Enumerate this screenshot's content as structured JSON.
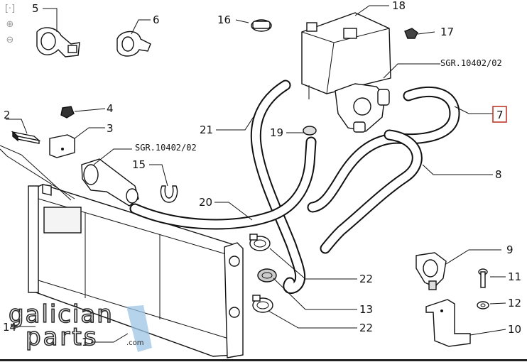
{
  "toolbar": {
    "fit_icon": "[·]",
    "zoom_in_icon": "⊕",
    "zoom_out_icon": "⊖"
  },
  "callouts": {
    "p1": "1",
    "p2": "2",
    "p3": "3",
    "p4": "4",
    "p5": "5",
    "p6": "6",
    "p7": "7",
    "p8": "8",
    "p9": "9",
    "p10": "10",
    "p11": "11",
    "p12": "12",
    "p13": "13",
    "p14": "14",
    "p15": "15",
    "p16": "16",
    "p17": "17",
    "p18": "18",
    "p19": "19",
    "p20": "20",
    "p21": "21",
    "p22a": "22",
    "p22b": "22"
  },
  "references": {
    "ref_top": "SGR.10402/02",
    "ref_left": "SGR.10402/02"
  },
  "highlight": {
    "selected": "7",
    "color": "#c0392b"
  },
  "watermark": {
    "line1": "galician",
    "line2": "parts",
    "suffix": ".com",
    "color": "#2a2a2a",
    "accent": "#9cc4e4"
  },
  "colors": {
    "ink": "#111111",
    "background": "#ffffff"
  }
}
